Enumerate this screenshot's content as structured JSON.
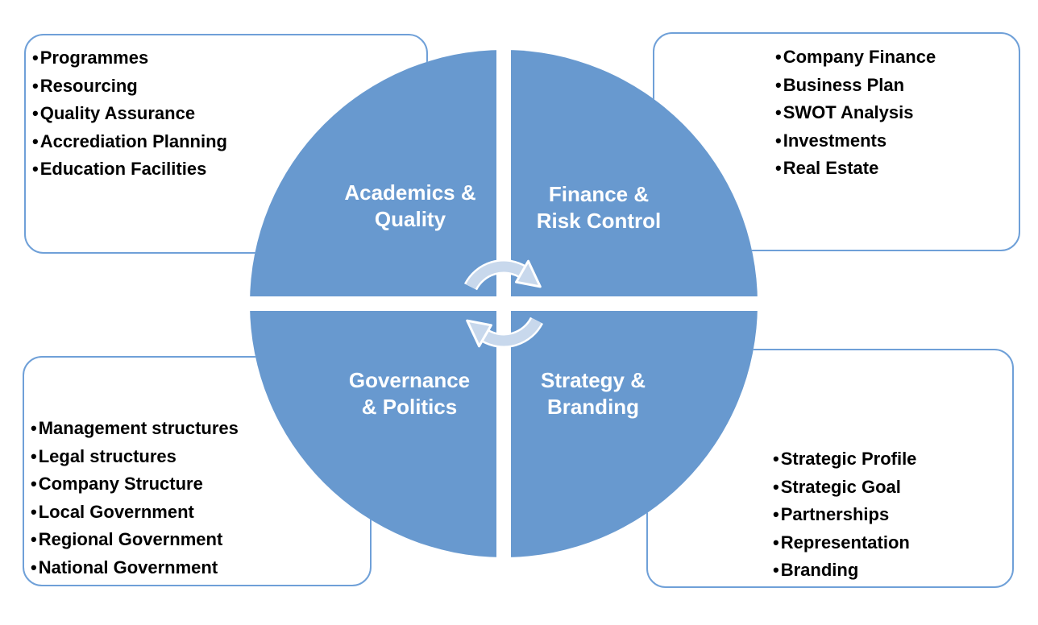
{
  "diagram": {
    "type": "quadrant-cycle",
    "colors": {
      "quadrant_fill": "#6899CF",
      "callout_border": "#6FA0D8",
      "arrow_fill": "#C8D8EC",
      "quadrant_text": "#FFFFFF",
      "bullet_text": "#000000",
      "background": "#FFFFFF"
    },
    "center_icon": "cycle-arrows-clockwise"
  },
  "quadrants": {
    "academics": {
      "line1": "Academics &",
      "line2": "Quality"
    },
    "finance": {
      "line1": "Finance &",
      "line2": "Risk Control"
    },
    "governance": {
      "line1": "Governance",
      "line2": "& Politics"
    },
    "strategy": {
      "line1": "Strategy &",
      "line2": "Branding"
    }
  },
  "callouts": {
    "academics": {
      "items": [
        "Programmes",
        "Resourcing",
        "Quality Assurance",
        "Accrediation Planning",
        "Education Facilities"
      ]
    },
    "finance": {
      "items": [
        "Company Finance",
        "Business Plan",
        "SWOT Analysis",
        "Investments",
        "Real Estate"
      ]
    },
    "governance": {
      "items": [
        "Management structures",
        "Legal structures",
        "Company Structure",
        "Local Government",
        "Regional Government",
        "National Government"
      ]
    },
    "strategy": {
      "items": [
        "Strategic Profile",
        "Strategic Goal",
        "Partnerships",
        "Representation",
        "Branding"
      ]
    }
  }
}
